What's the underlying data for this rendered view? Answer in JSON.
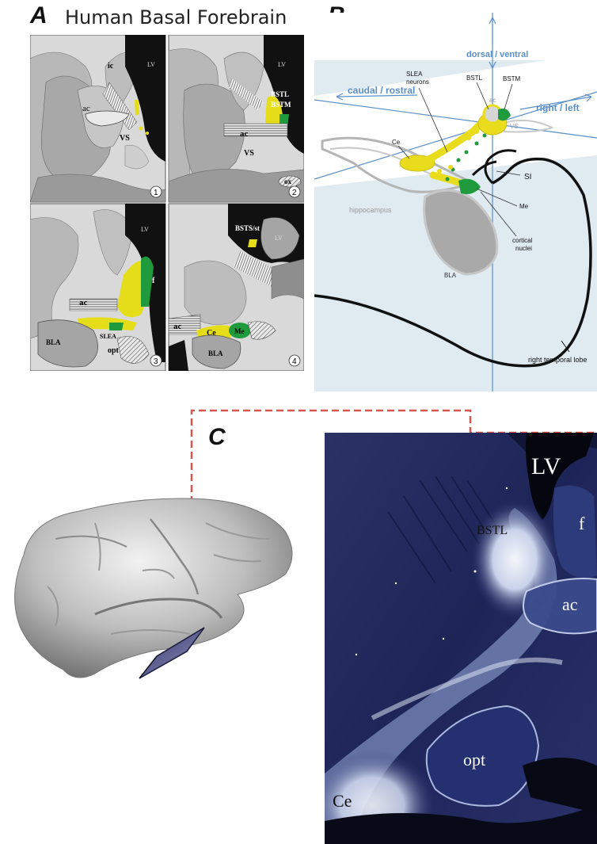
{
  "panel_a": {
    "letter": "A",
    "title": "Human Basal Forebrain",
    "sections": [
      {
        "number": "1",
        "labels": {
          "ic": "ic",
          "lv": "LV",
          "ac": "ac",
          "vs": "VS"
        }
      },
      {
        "number": "2",
        "labels": {
          "lv": "LV",
          "bstl": "BSTL",
          "bstm": "BSTM",
          "ac": "ac",
          "vs": "VS",
          "ox": "ox"
        }
      },
      {
        "number": "3",
        "labels": {
          "lv": "LV",
          "f": "f",
          "ac": "ac",
          "slea": "SLEA",
          "bla": "BLA",
          "opt": "opt"
        }
      },
      {
        "number": "4",
        "labels": {
          "bsts": "BSTS/st",
          "lv": "LV",
          "ac": "ac",
          "ce": "Ce",
          "me": "Me",
          "bla": "BLA"
        }
      }
    ]
  },
  "panel_b": {
    "letter": "B",
    "axes": {
      "dorsal_ventral": "dorsal / ventral",
      "caudal_rostral": "caudal / rostral",
      "right_left": "right / left"
    },
    "labels": {
      "bstl": "BSTL",
      "bstm": "BSTM",
      "slea": "SLEA\nneurons",
      "ac": "ac",
      "vs": "VS",
      "ce": "Ce",
      "si": "SI",
      "me": "Me",
      "hippocampus": "hippocampus",
      "cortical_nuclei": "cortical\nnuclei",
      "bla": "BLA",
      "temporal_lobe": "right temporal lobe"
    },
    "colors": {
      "background": "#dfeaf1",
      "axis": "#5a8fc8",
      "yellow": "#e8dc1c",
      "green": "#1f9a3c"
    }
  },
  "panel_c": {
    "letter": "C",
    "histology_labels": {
      "lv": "LV",
      "bstl": "BSTL",
      "f": "f",
      "ac": "ac",
      "opt": "opt",
      "ce": "Ce"
    },
    "colors": {
      "connector": "#d9534f",
      "stain_dark": "#1a2350"
    }
  }
}
